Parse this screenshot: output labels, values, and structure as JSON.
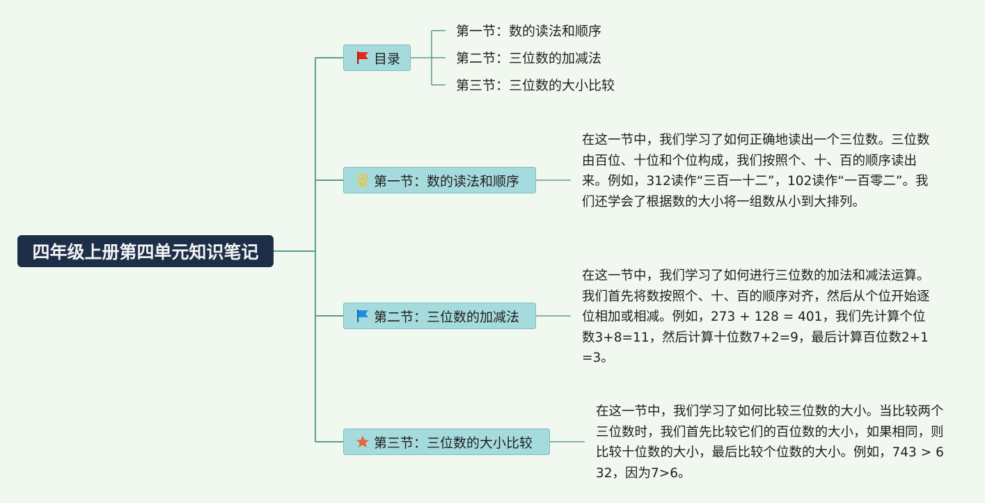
{
  "root": {
    "title": "四年级上册第四单元知识笔记"
  },
  "branches": [
    {
      "label": "目录",
      "icon": "red-flag-icon",
      "icon_color": "#e8231c",
      "children": [
        "第一节：数的读法和顺序",
        "第二节：三位数的加减法",
        "第三节：三位数的大小比较"
      ]
    },
    {
      "label": "第一节：数的读法和顺序",
      "icon": "award-ribbon-icon",
      "icon_color": "#e6c640",
      "note": "在这一节中，我们学习了如何正确地读出一个三位数。三位数由百位、十位和个位构成，我们按照个、十、百的顺序读出来。例如，312读作“三百一十二”，102读作“一百零二”。我们还学会了根据数的大小将一组数从小到大排列。"
    },
    {
      "label": "第二节：三位数的加减法",
      "icon": "blue-flag-icon",
      "icon_color": "#1e8fe0",
      "note": "在这一节中，我们学习了如何进行三位数的加法和减法运算。我们首先将数按照个、十、百的顺序对齐，然后从个位开始逐位相加或相减。例如，273 + 128 = 401，我们先计算个位数3+8=11，然后计算十位数7+2=9，最后计算百位数2+1=3。"
    },
    {
      "label": "第三节：三位数的大小比较",
      "icon": "star-icon",
      "icon_color": "#e8663a",
      "note": "在这一节中，我们学习了如何比较三位数的大小。当比较两个三位数时，我们首先比较它们的百位数的大小，如果相同，则比较十位数的大小，最后比较个位数的大小。例如，743 > 632，因为7>6。"
    }
  ],
  "colors": {
    "background": "#f1f8ef",
    "root_fill": "#1c2e48",
    "branch_fill": "#a6dbde",
    "connector": "#5a9a8e"
  }
}
